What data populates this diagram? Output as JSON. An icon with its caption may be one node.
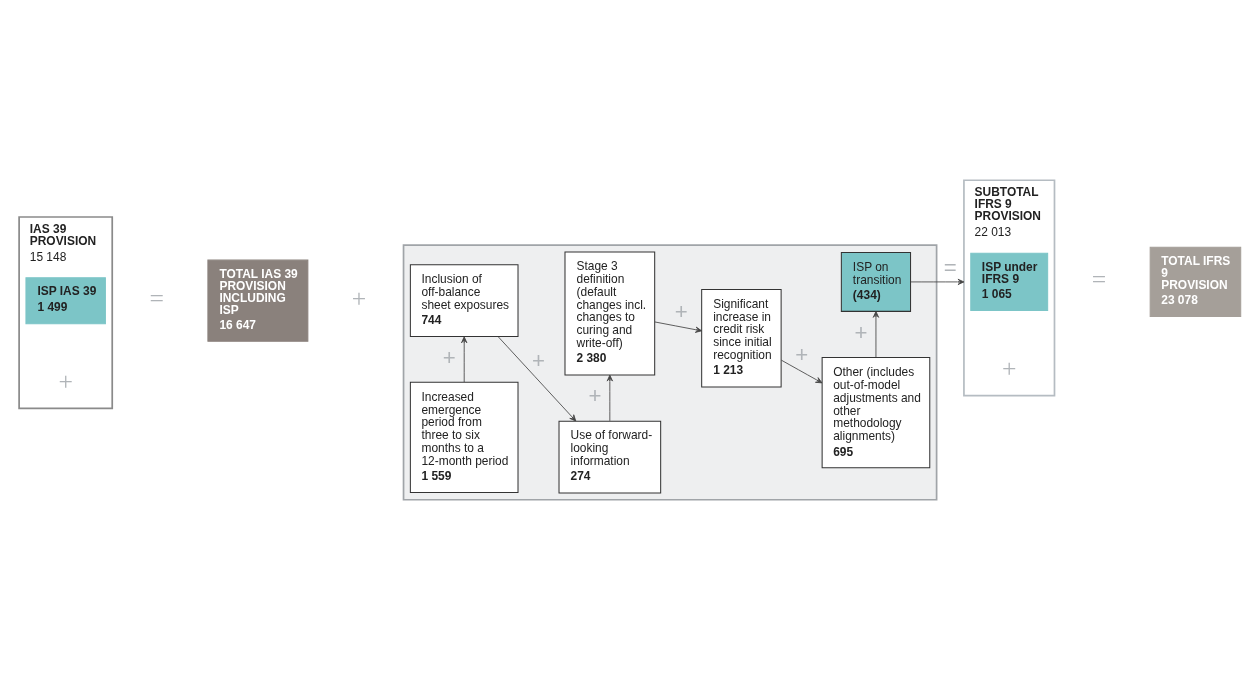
{
  "diagram": {
    "nodes": [
      {
        "text": [
          "IAS 39 PROVISION",
          "15 148"
        ]
      },
      {
        "text": [
          "ISP IAS 39",
          "1 499"
        ],
        "in": 0
      },
      {
        "text": [
          "TOTAL IAS 39 PROVISION INCLUDING ISP",
          "16 647"
        ]
      },
      {
        "text": [],
        "shape": "box"
      },
      {
        "text": [
          "Increased emergence period from three to six months to a 12-month period",
          "1 559"
        ],
        "in": 3
      },
      {
        "text": [
          "Inclusion of off-balance sheet exposures",
          "744"
        ],
        "in": 3
      },
      {
        "text": [
          "Use of forward-looking information",
          "274"
        ],
        "in": 3
      },
      {
        "text": [
          "Stage 3 definition (default changes incl. changes to curing and write-off)",
          "2 380"
        ],
        "in": 3
      },
      {
        "text": [
          "Significant increase in credit risk since initial recognition",
          "1 213"
        ],
        "in": 3
      },
      {
        "text": [
          "Other (includes out-of-model adjustments and other methodology alignments)",
          "695"
        ],
        "in": 3
      },
      {
        "text": [
          "ISP on transition",
          "(434)"
        ],
        "in": 3
      },
      {
        "text": [
          "SUBTOTAL IFRS 9 PROVISION",
          "22 013"
        ]
      },
      {
        "text": [
          "ISP under IFRS 9",
          "1 065"
        ],
        "in": 11
      },
      {
        "text": [
          "TOTAL IFRS 9 PROVISION",
          "23 078"
        ]
      }
    ],
    "edges": [
      {
        "from": 4,
        "to": 5,
        "arrow": "to",
        "label": "+"
      },
      {
        "from": 5,
        "to": 6,
        "arrow": "to",
        "label": "+"
      },
      {
        "from": 6,
        "to": 7,
        "arrow": "to",
        "label": "+"
      },
      {
        "from": 7,
        "to": 8,
        "arrow": "to",
        "label": "+"
      },
      {
        "from": 8,
        "to": 9,
        "arrow": "to",
        "label": "+"
      },
      {
        "from": 9,
        "to": 10,
        "arrow": "to",
        "label": "+"
      },
      {
        "from": 10,
        "to": 11,
        "arrow": "to",
        "label": "="
      }
    ],
    "labels": [
      "+",
      "=",
      "+",
      "+",
      "="
    ]
  }
}
